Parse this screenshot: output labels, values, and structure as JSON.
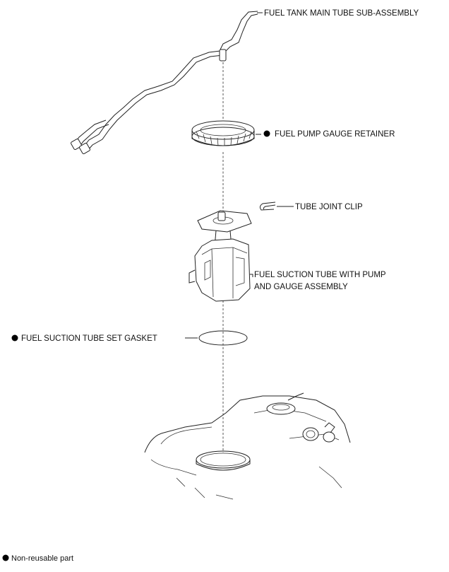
{
  "labels": {
    "main_tube": "FUEL TANK MAIN TUBE SUB-ASSEMBLY",
    "retainer": "FUEL PUMP GAUGE RETAINER",
    "clip": "TUBE JOINT CLIP",
    "suction_line1": "FUEL SUCTION TUBE WITH PUMP",
    "suction_line2": "AND GAUGE ASSEMBLY",
    "gasket": "FUEL SUCTION TUBE SET GASKET"
  },
  "legend": {
    "text": "Non-reusable part",
    "marker": "filled-circle"
  },
  "non_reusable_parts": [
    "retainer",
    "gasket"
  ],
  "colors": {
    "ink": "#222222",
    "background": "#ffffff"
  }
}
